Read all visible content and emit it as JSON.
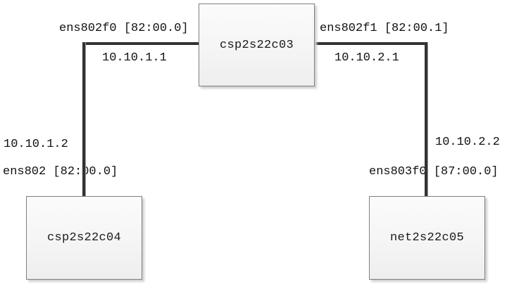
{
  "diagram": {
    "type": "network-topology",
    "nodes": [
      {
        "id": "csp2s22c03",
        "label": "csp2s22c03",
        "role": "top-center"
      },
      {
        "id": "csp2s22c04",
        "label": "csp2s22c04",
        "role": "bottom-left"
      },
      {
        "id": "net2s22c05",
        "label": "net2s22c05",
        "role": "bottom-right"
      }
    ],
    "links": [
      {
        "from": "csp2s22c03",
        "to": "csp2s22c04",
        "from_interface": "ens802f0 [82:00.0]",
        "from_ip": "10.10.1.1",
        "to_ip": "10.10.1.2",
        "to_interface": "ens802 [82:00.0]"
      },
      {
        "from": "csp2s22c03",
        "to": "net2s22c05",
        "from_interface": "ens802f1 [82:00.1]",
        "from_ip": "10.10.2.1",
        "to_ip": "10.10.2.2",
        "to_interface": "ens803f0 [87:00.0]"
      }
    ],
    "colors": {
      "link_line": "#333333",
      "node_border": "#7f7f7f",
      "node_fill": "#f5f5f5",
      "text": "#111111",
      "background": "#ffffff"
    }
  }
}
